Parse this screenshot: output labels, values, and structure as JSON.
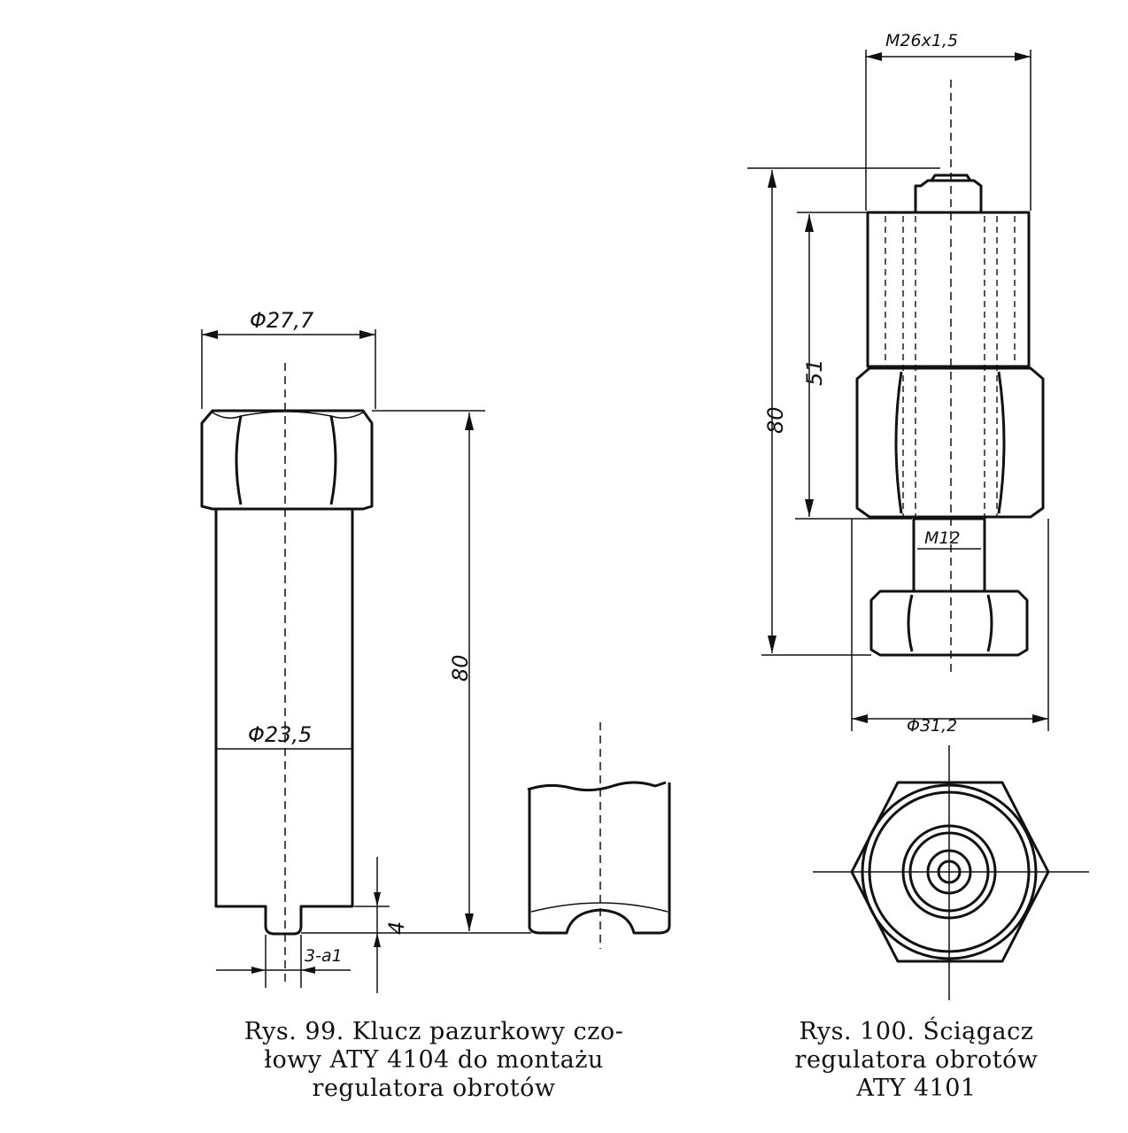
{
  "figure99": {
    "dim_outer_diameter": "Φ27,7",
    "dim_inner_diameter": "Φ23,5",
    "dim_length": "80",
    "dim_claw_height": "4",
    "dim_claw_width": "3-a1",
    "caption_lines": [
      "Rys. 99. Klucz pazurkowy czo-",
      "łowy ATY 4104 do montażu",
      "regulatora obrotów"
    ]
  },
  "figure100": {
    "dim_thread_outer": "M26x1,5",
    "dim_total_length": "80",
    "dim_thread_length": "51",
    "dim_thread_inner": "M12",
    "dim_hex_diameter": "Φ31,2",
    "caption_lines": [
      "Rys. 100. Ściągacz",
      "regulatora obrotów",
      "ATY 4101"
    ]
  }
}
